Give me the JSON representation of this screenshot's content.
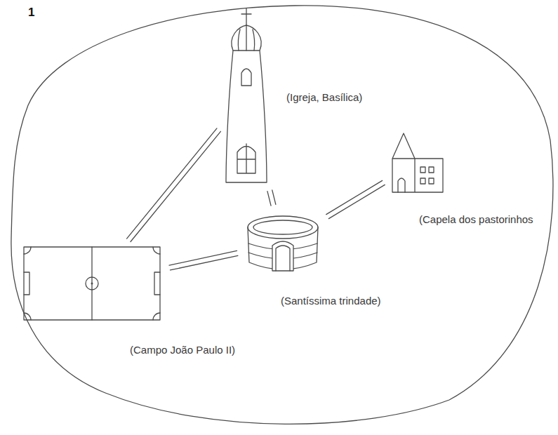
{
  "diagram": {
    "nodes": [
      {
        "text": [
          "(Igreja, Basílica)"
        ]
      },
      {
        "text": [
          "(Capela dos pastorinhos"
        ]
      },
      {
        "text": [
          "(Santíssima trindade)"
        ]
      },
      {
        "text": [
          "(Campo João Paulo II)"
        ]
      }
    ],
    "edges": [
      {
        "from": 2,
        "to": 0,
        "arrow": "none"
      },
      {
        "from": 2,
        "to": 1,
        "arrow": "none"
      },
      {
        "from": 2,
        "to": 3,
        "arrow": "none"
      },
      {
        "from": 0,
        "to": 3,
        "arrow": "none"
      }
    ],
    "labels": [
      "1"
    ]
  }
}
